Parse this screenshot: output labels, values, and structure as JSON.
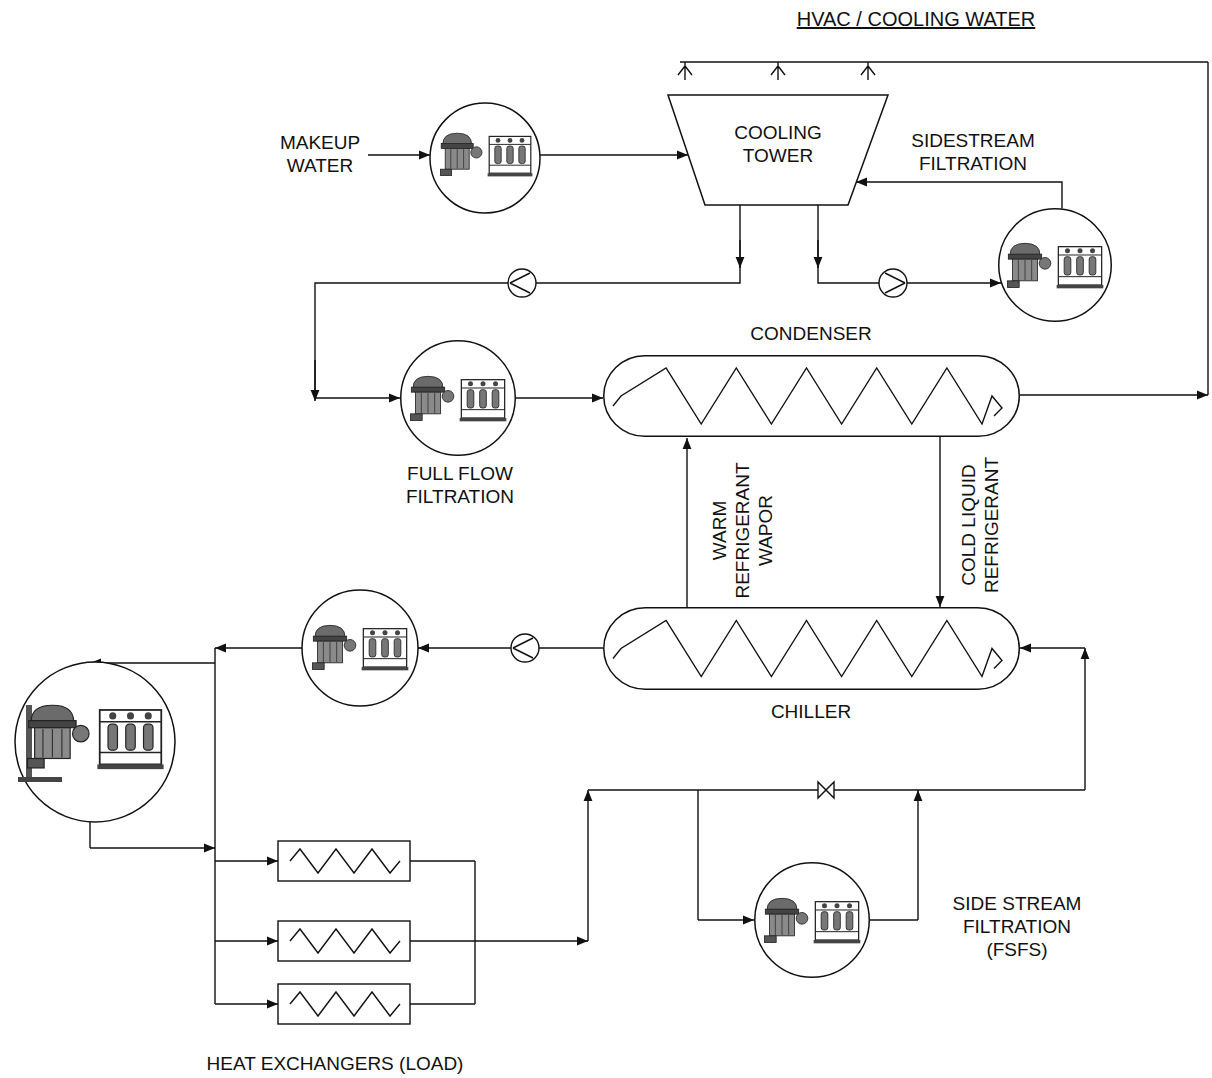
{
  "diagram": {
    "title": "HVAC / COOLING WATER",
    "nodes": [
      {
        "text": [
          "COOLING TOWER"
        ]
      },
      {
        "text": [
          "SIDESTREAM FILTRATION"
        ]
      },
      {
        "text": [
          "FULL FLOW FILTRATION"
        ]
      },
      {
        "text": [
          "CONDENSER"
        ]
      },
      {
        "text": [
          "CHILLER"
        ]
      },
      {
        "text": [
          "SIDE STREAM FILTRATION (FSFS)"
        ]
      }
    ],
    "edges": [
      {
        "from": 0,
        "to": 2,
        "arrow": "to"
      },
      {
        "from": 2,
        "to": 3,
        "arrow": "to"
      },
      {
        "from": 0,
        "to": 1,
        "arrow": "to"
      },
      {
        "from": 1,
        "to": 0,
        "arrow": "to"
      },
      {
        "from": 3,
        "to": 4,
        "label": "COLD LIQUID REFRIGERANT",
        "arrow": "to"
      },
      {
        "from": 4,
        "to": 3,
        "label": "WARM REFRIGERANT WAPOR",
        "arrow": "to"
      }
    ],
    "labels": [
      "MAKEUP WATER",
      "HEAT EXCHANGERS (LOAD)"
    ]
  }
}
